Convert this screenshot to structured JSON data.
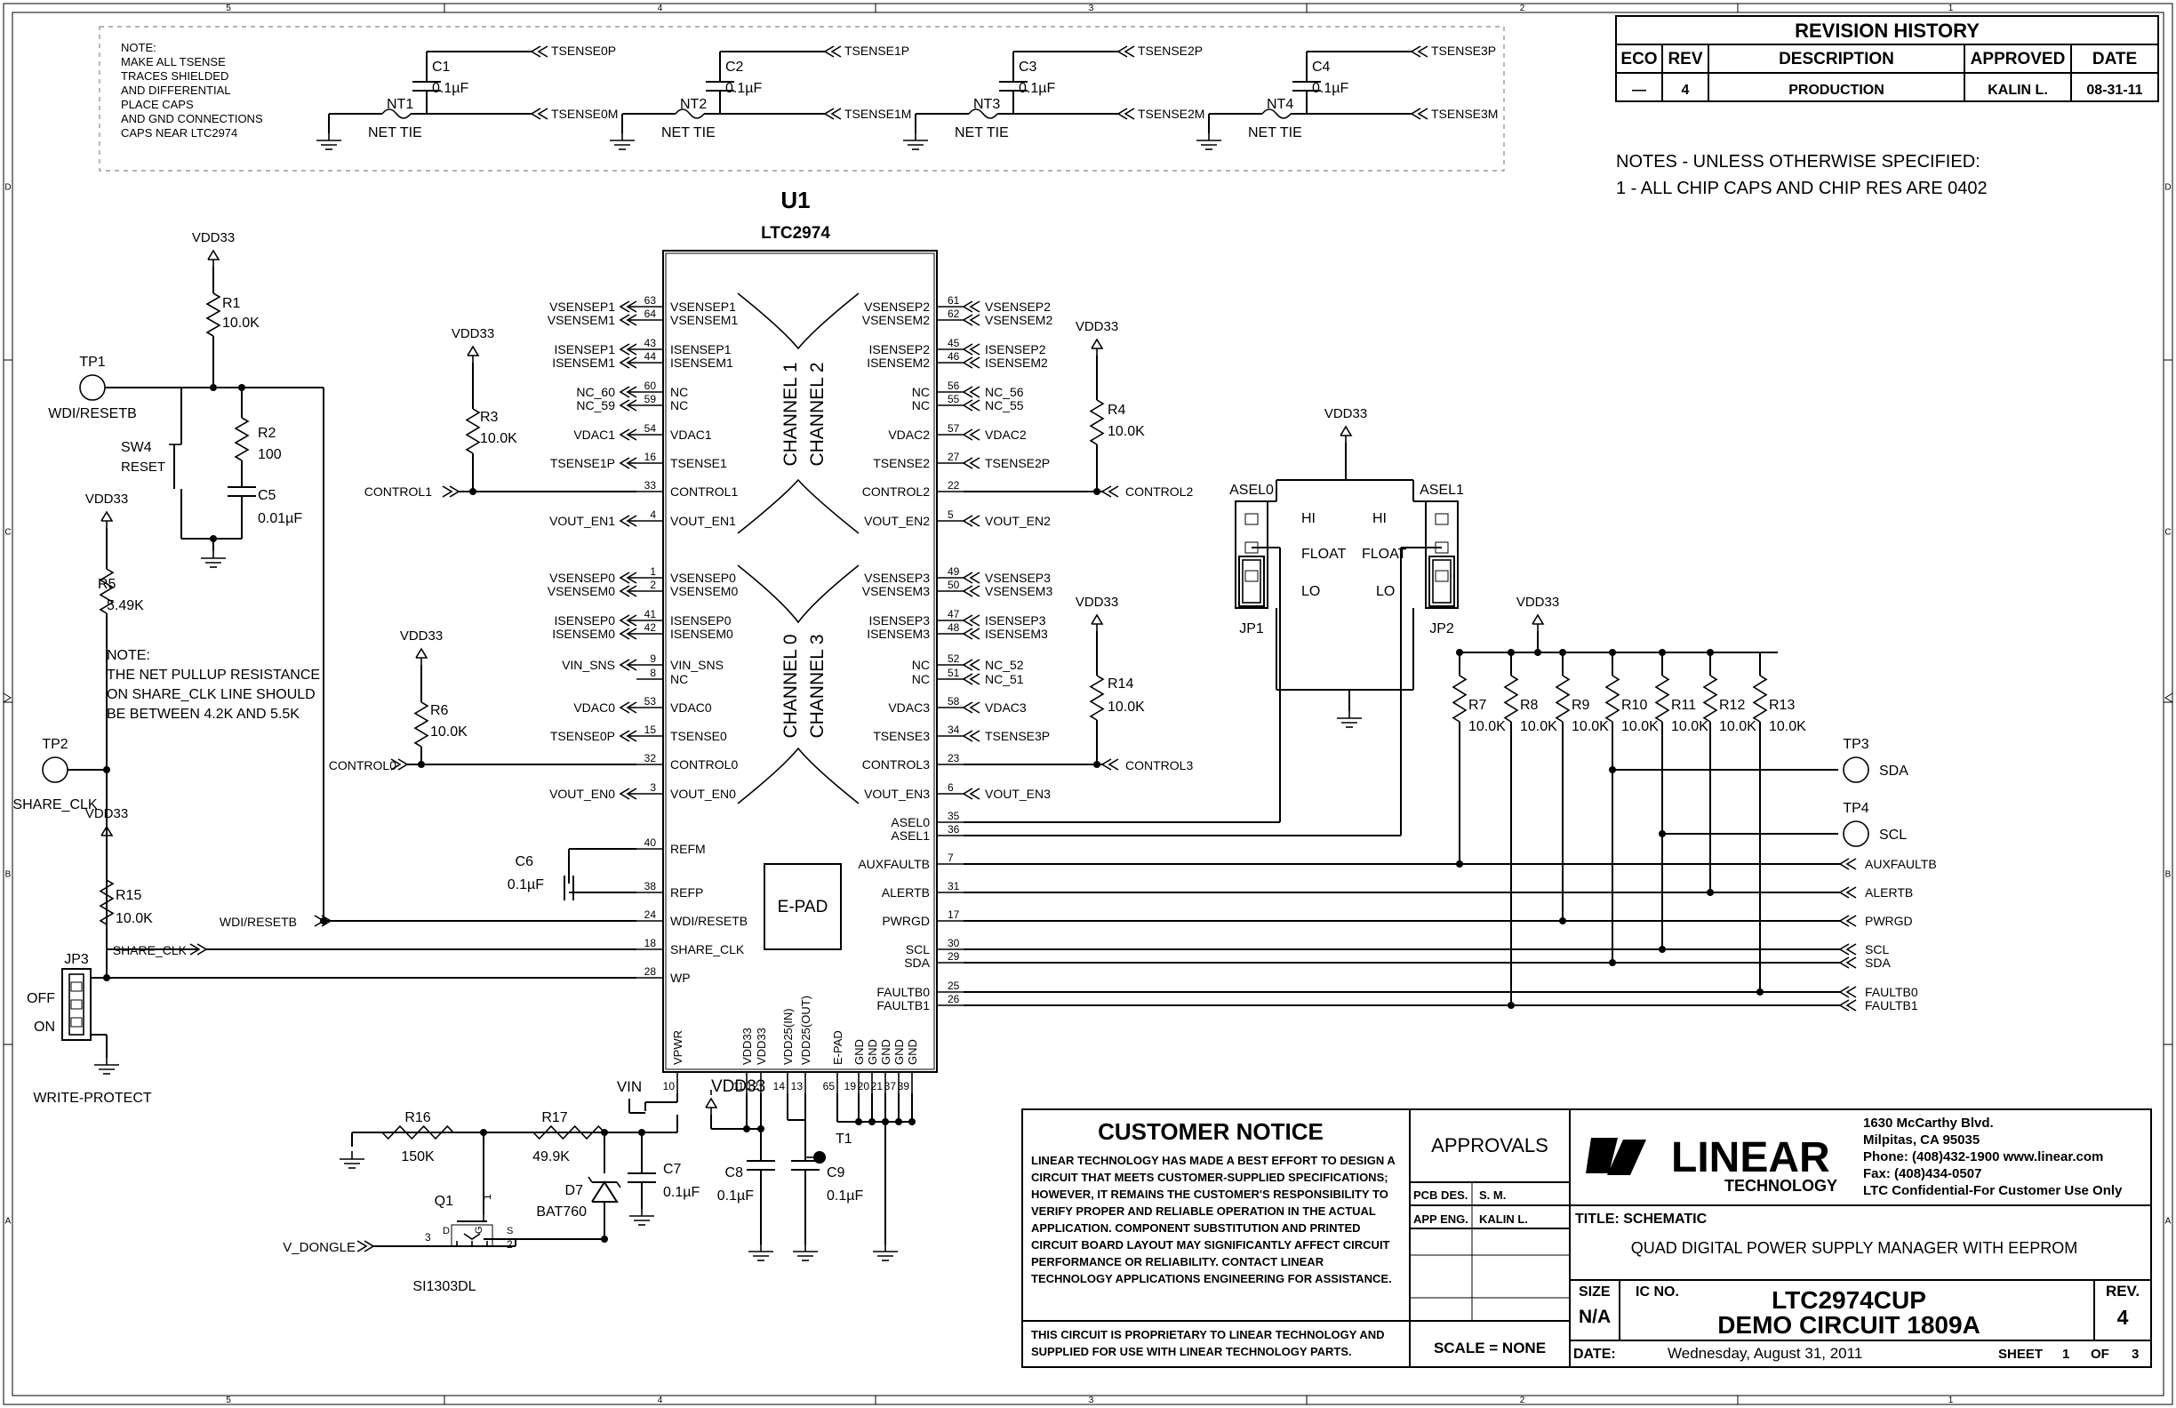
{
  "frame": {
    "cols": [
      "5",
      "4",
      "3",
      "2",
      "1"
    ],
    "rows": [
      "D",
      "C",
      "B",
      "A"
    ]
  },
  "revision": {
    "title": "REVISION HISTORY",
    "headers": [
      "ECO",
      "REV",
      "DESCRIPTION",
      "APPROVED",
      "DATE"
    ],
    "row": [
      "—",
      "4",
      "PRODUCTION",
      "KALIN L.",
      "08-31-11"
    ]
  },
  "notes": {
    "line1": "NOTES - UNLESS OTHERWISE SPECIFIED:",
    "line2": "1 - ALL CHIP CAPS AND CHIP RES ARE 0402"
  },
  "tsense_note": [
    "NOTE:",
    "MAKE ALL TSENSE",
    "TRACES SHIELDED",
    "AND DIFFERENTIAL",
    "PLACE CAPS",
    "AND GND CONNECTIONS",
    "CAPS NEAR LTC2974"
  ],
  "tsense_blocks": [
    {
      "cap": "C1",
      "val": "0.1µF",
      "nt": "NT1",
      "p": "TSENSE0P",
      "m": "TSENSE0M",
      "tie": "NET TIE"
    },
    {
      "cap": "C2",
      "val": "0.1µF",
      "nt": "NT2",
      "p": "TSENSE1P",
      "m": "TSENSE1M",
      "tie": "NET TIE"
    },
    {
      "cap": "C3",
      "val": "0.1µF",
      "nt": "NT3",
      "p": "TSENSE2P",
      "m": "TSENSE2M",
      "tie": "NET TIE"
    },
    {
      "cap": "C4",
      "val": "0.1µF",
      "nt": "NT4",
      "p": "TSENSE3P",
      "m": "TSENSE3M",
      "tie": "NET TIE"
    }
  ],
  "ic": {
    "ref": "U1",
    "part": "LTC2974",
    "epad": "E-PAD",
    "channels": [
      "CHANNEL 1",
      "CHANNEL 2",
      "CHANNEL 0",
      "CHANNEL 3"
    ],
    "left_pins": [
      {
        "num": "63",
        "name": "VSENSEP1",
        "net": "VSENSEP1"
      },
      {
        "num": "64",
        "name": "VSENSEM1",
        "net": "VSENSEM1"
      },
      {
        "num": "43",
        "name": "ISENSEP1",
        "net": "ISENSEP1"
      },
      {
        "num": "44",
        "name": "ISENSEM1",
        "net": "ISENSEM1"
      },
      {
        "num": "60",
        "name": "NC",
        "net": "NC_60"
      },
      {
        "num": "59",
        "name": "NC",
        "net": "NC_59"
      },
      {
        "num": "54",
        "name": "VDAC1",
        "net": "VDAC1"
      },
      {
        "num": "16",
        "name": "TSENSE1",
        "net": "TSENSE1P"
      },
      {
        "num": "33",
        "name": "CONTROL1",
        "net": "CONTROL1"
      },
      {
        "num": "4",
        "name": "VOUT_EN1",
        "net": "VOUT_EN1"
      },
      {
        "num": "1",
        "name": "VSENSEP0",
        "net": "VSENSEP0"
      },
      {
        "num": "2",
        "name": "VSENSEM0",
        "net": "VSENSEM0"
      },
      {
        "num": "41",
        "name": "ISENSEP0",
        "net": "ISENSEP0"
      },
      {
        "num": "42",
        "name": "ISENSEM0",
        "net": "ISENSEM0"
      },
      {
        "num": "9",
        "name": "VIN_SNS",
        "net": "VIN_SNS"
      },
      {
        "num": "8",
        "name": "NC",
        "net": ""
      },
      {
        "num": "53",
        "name": "VDAC0",
        "net": "VDAC0"
      },
      {
        "num": "15",
        "name": "TSENSE0",
        "net": "TSENSE0P"
      },
      {
        "num": "32",
        "name": "CONTROL0",
        "net": "CONTROL0"
      },
      {
        "num": "3",
        "name": "VOUT_EN0",
        "net": "VOUT_EN0"
      },
      {
        "num": "40",
        "name": "REFM",
        "net": ""
      },
      {
        "num": "38",
        "name": "REFP",
        "net": ""
      },
      {
        "num": "24",
        "name": "WDI/RESETB",
        "net": "WDI/RESETB"
      },
      {
        "num": "18",
        "name": "SHARE_CLK",
        "net": "SHARE_CLK"
      },
      {
        "num": "28",
        "name": "WP",
        "net": ""
      }
    ],
    "right_pins": [
      {
        "num": "61",
        "name": "VSENSEP2",
        "net": "VSENSEP2"
      },
      {
        "num": "62",
        "name": "VSENSEM2",
        "net": "VSENSEM2"
      },
      {
        "num": "45",
        "name": "ISENSEP2",
        "net": "ISENSEP2"
      },
      {
        "num": "46",
        "name": "ISENSEM2",
        "net": "ISENSEM2"
      },
      {
        "num": "56",
        "name": "NC",
        "net": "NC_56"
      },
      {
        "num": "55",
        "name": "NC",
        "net": "NC_55"
      },
      {
        "num": "57",
        "name": "VDAC2",
        "net": "VDAC2"
      },
      {
        "num": "27",
        "name": "TSENSE2",
        "net": "TSENSE2P"
      },
      {
        "num": "22",
        "name": "CONTROL2",
        "net": "CONTROL2"
      },
      {
        "num": "5",
        "name": "VOUT_EN2",
        "net": "VOUT_EN2"
      },
      {
        "num": "49",
        "name": "VSENSEP3",
        "net": "VSENSEP3"
      },
      {
        "num": "50",
        "name": "VSENSEM3",
        "net": "VSENSEM3"
      },
      {
        "num": "47",
        "name": "ISENSEP3",
        "net": "ISENSEP3"
      },
      {
        "num": "48",
        "name": "ISENSEM3",
        "net": "ISENSEM3"
      },
      {
        "num": "52",
        "name": "NC",
        "net": "NC_52"
      },
      {
        "num": "51",
        "name": "NC",
        "net": "NC_51"
      },
      {
        "num": "58",
        "name": "VDAC3",
        "net": "VDAC3"
      },
      {
        "num": "34",
        "name": "TSENSE3",
        "net": "TSENSE3P"
      },
      {
        "num": "23",
        "name": "CONTROL3",
        "net": "CONTROL3"
      },
      {
        "num": "6",
        "name": "VOUT_EN3",
        "net": "VOUT_EN3"
      },
      {
        "num": "35",
        "name": "ASEL0",
        "net": ""
      },
      {
        "num": "36",
        "name": "ASEL1",
        "net": ""
      },
      {
        "num": "7",
        "name": "AUXFAULTB",
        "net": "AUXFAULTB"
      },
      {
        "num": "31",
        "name": "ALERTB",
        "net": "ALERTB"
      },
      {
        "num": "17",
        "name": "PWRGD",
        "net": "PWRGD"
      },
      {
        "num": "30",
        "name": "SCL",
        "net": "SCL"
      },
      {
        "num": "29",
        "name": "SDA",
        "net": "SDA"
      },
      {
        "num": "25",
        "name": "FAULTB0",
        "net": "FAULTB0"
      },
      {
        "num": "26",
        "name": "FAULTB1",
        "net": "FAULTB1"
      }
    ],
    "bottom_pins": [
      {
        "num": "10",
        "name": "VPWR"
      },
      {
        "num": "11",
        "name": "VDD33"
      },
      {
        "num": "12",
        "name": "VDD33"
      },
      {
        "num": "14",
        "name": "VDD25(IN)"
      },
      {
        "num": "13",
        "name": "VDD25(OUT)"
      },
      {
        "num": "65",
        "name": "E-PAD"
      },
      {
        "num": "19",
        "name": "GND"
      },
      {
        "num": "20",
        "name": "GND"
      },
      {
        "num": "21",
        "name": "GND"
      },
      {
        "num": "37",
        "name": "GND"
      },
      {
        "num": "39",
        "name": "GND"
      }
    ]
  },
  "parts": {
    "R1": {
      "ref": "R1",
      "val": "10.0K"
    },
    "R2": {
      "ref": "R2",
      "val": "100"
    },
    "C5": {
      "ref": "C5",
      "val": "0.01µF"
    },
    "SW4": {
      "ref": "SW4",
      "val": "RESET"
    },
    "TP1": {
      "ref": "TP1",
      "val": "WDI/RESETB"
    },
    "R5": {
      "ref": "R5",
      "val": "5.49K"
    },
    "TP2": {
      "ref": "TP2",
      "val": "SHARE_CLK"
    },
    "R15": {
      "ref": "R15",
      "val": "10.0K"
    },
    "JP3": {
      "ref": "JP3",
      "off": "OFF",
      "on": "ON",
      "label": "WRITE-PROTECT"
    },
    "R3": {
      "ref": "R3",
      "val": "10.0K"
    },
    "R6": {
      "ref": "R6",
      "val": "10.0K"
    },
    "C6": {
      "ref": "C6",
      "val": "0.1µF"
    },
    "R4": {
      "ref": "R4",
      "val": "10.0K"
    },
    "R14": {
      "ref": "R14",
      "val": "10.0K"
    },
    "R16": {
      "ref": "R16",
      "val": "150K"
    },
    "R17": {
      "ref": "R17",
      "val": "49.9K"
    },
    "D7": {
      "ref": "D7",
      "val": "BAT760"
    },
    "C7": {
      "ref": "C7",
      "val": "0.1µF"
    },
    "C8": {
      "ref": "C8",
      "val": "0.1µF"
    },
    "C9": {
      "ref": "C9",
      "val": "0.1µF"
    },
    "T1": {
      "ref": "T1"
    },
    "Q1": {
      "ref": "Q1",
      "val": "SI1303DL"
    },
    "TP3": {
      "ref": "TP3",
      "val": "SDA"
    },
    "TP4": {
      "ref": "TP4",
      "val": "SCL"
    },
    "JP1": {
      "ref": "JP1",
      "label": "ASEL0"
    },
    "JP2": {
      "ref": "JP2",
      "label": "ASEL1"
    }
  },
  "pullups": [
    {
      "ref": "R7",
      "val": "10.0K"
    },
    {
      "ref": "R8",
      "val": "10.0K"
    },
    {
      "ref": "R9",
      "val": "10.0K"
    },
    {
      "ref": "R10",
      "val": "10.0K"
    },
    {
      "ref": "R11",
      "val": "10.0K"
    },
    {
      "ref": "R12",
      "val": "10.0K"
    },
    {
      "ref": "R13",
      "val": "10.0K"
    }
  ],
  "labels": {
    "vdd33": "VDD33",
    "vin": "VIN",
    "v_dongle": "V_DONGLE",
    "hi": "HI",
    "lo": "LO",
    "float": "FLOAT",
    "q_g": "G",
    "q_d": "D",
    "q_s": "S",
    "q_pin1": "1",
    "q_pin2": "2",
    "q_pin3": "3",
    "pullup_note": [
      "NOTE:",
      "THE NET PULLUP RESISTANCE",
      "ON SHARE_CLK LINE SHOULD",
      "BE BETWEEN 4.2K AND 5.5K"
    ]
  },
  "title_block": {
    "notice_title": "CUSTOMER NOTICE",
    "notice_text": [
      "LINEAR TECHNOLOGY HAS MADE A BEST EFFORT TO DESIGN A",
      "CIRCUIT THAT MEETS CUSTOMER-SUPPLIED SPECIFICATIONS;",
      "HOWEVER, IT REMAINS THE CUSTOMER'S RESPONSIBILITY TO",
      "VERIFY PROPER AND RELIABLE OPERATION IN THE ACTUAL",
      "APPLICATION.  COMPONENT SUBSTITUTION AND PRINTED",
      "CIRCUIT BOARD LAYOUT MAY SIGNIFICANTLY AFFECT CIRCUIT",
      "PERFORMANCE OR RELIABILITY.  CONTACT LINEAR",
      "TECHNOLOGY APPLICATIONS ENGINEERING FOR ASSISTANCE."
    ],
    "proprietary": [
      "THIS CIRCUIT IS PROPRIETARY TO LINEAR TECHNOLOGY AND",
      "SUPPLIED FOR USE WITH LINEAR TECHNOLOGY PARTS."
    ],
    "approvals": "APPROVALS",
    "pcb_des_label": "PCB DES.",
    "pcb_des": "S. M.",
    "app_eng_label": "APP ENG.",
    "app_eng": "KALIN L.",
    "scale": "SCALE = NONE",
    "logo_main": "LINEAR",
    "logo_sub": "TECHNOLOGY",
    "address": [
      "1630 McCarthy Blvd.",
      "Milpitas, CA 95035",
      "Phone: (408)432-1900 www.linear.com",
      "Fax: (408)434-0507",
      "LTC Confidential-For Customer Use Only"
    ],
    "title_label": "TITLE: SCHEMATIC",
    "title": "QUAD DIGITAL POWER SUPPLY MANAGER WITH EEPROM",
    "size_label": "SIZE",
    "size": "N/A",
    "ic_no_label": "IC NO.",
    "ic_no_1": "LTC2974CUP",
    "ic_no_2": "DEMO CIRCUIT 1809A",
    "rev_label": "REV.",
    "rev": "4",
    "date_label": "DATE:",
    "date": "Wednesday, August 31, 2011",
    "sheet_label": "SHEET",
    "sheet": "1",
    "of_label": "OF",
    "of": "3"
  }
}
